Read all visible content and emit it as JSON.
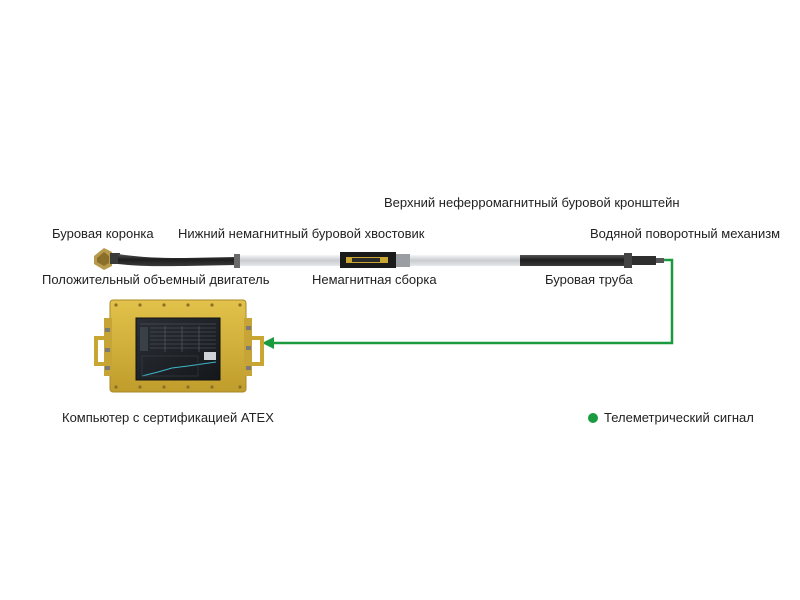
{
  "labels": {
    "upper_bracket": "Верхний неферромагнитный буровой кронштейн",
    "drill_bit": "Буровая коронка",
    "lower_tail": "Нижний немагнитный буровой хвостовик",
    "water_swivel": "Водяной поворотный механизм",
    "motor": "Положительный объемный двигатель",
    "nonmag_assembly": "Немагнитная сборка",
    "drill_pipe": "Буровая труба",
    "computer": "Компьютер с сертификацией ATEX",
    "telemetry": "Телеметрический сигнал"
  },
  "colors": {
    "signal": "#1a9b3f",
    "enclosure": "#d4b23a",
    "pipe_dark": "#2a2a2a",
    "pipe_light": "#d8dadc"
  },
  "icons": {
    "legend_marker": "green-dot-icon",
    "signal_arrow": "arrow-left-icon"
  }
}
